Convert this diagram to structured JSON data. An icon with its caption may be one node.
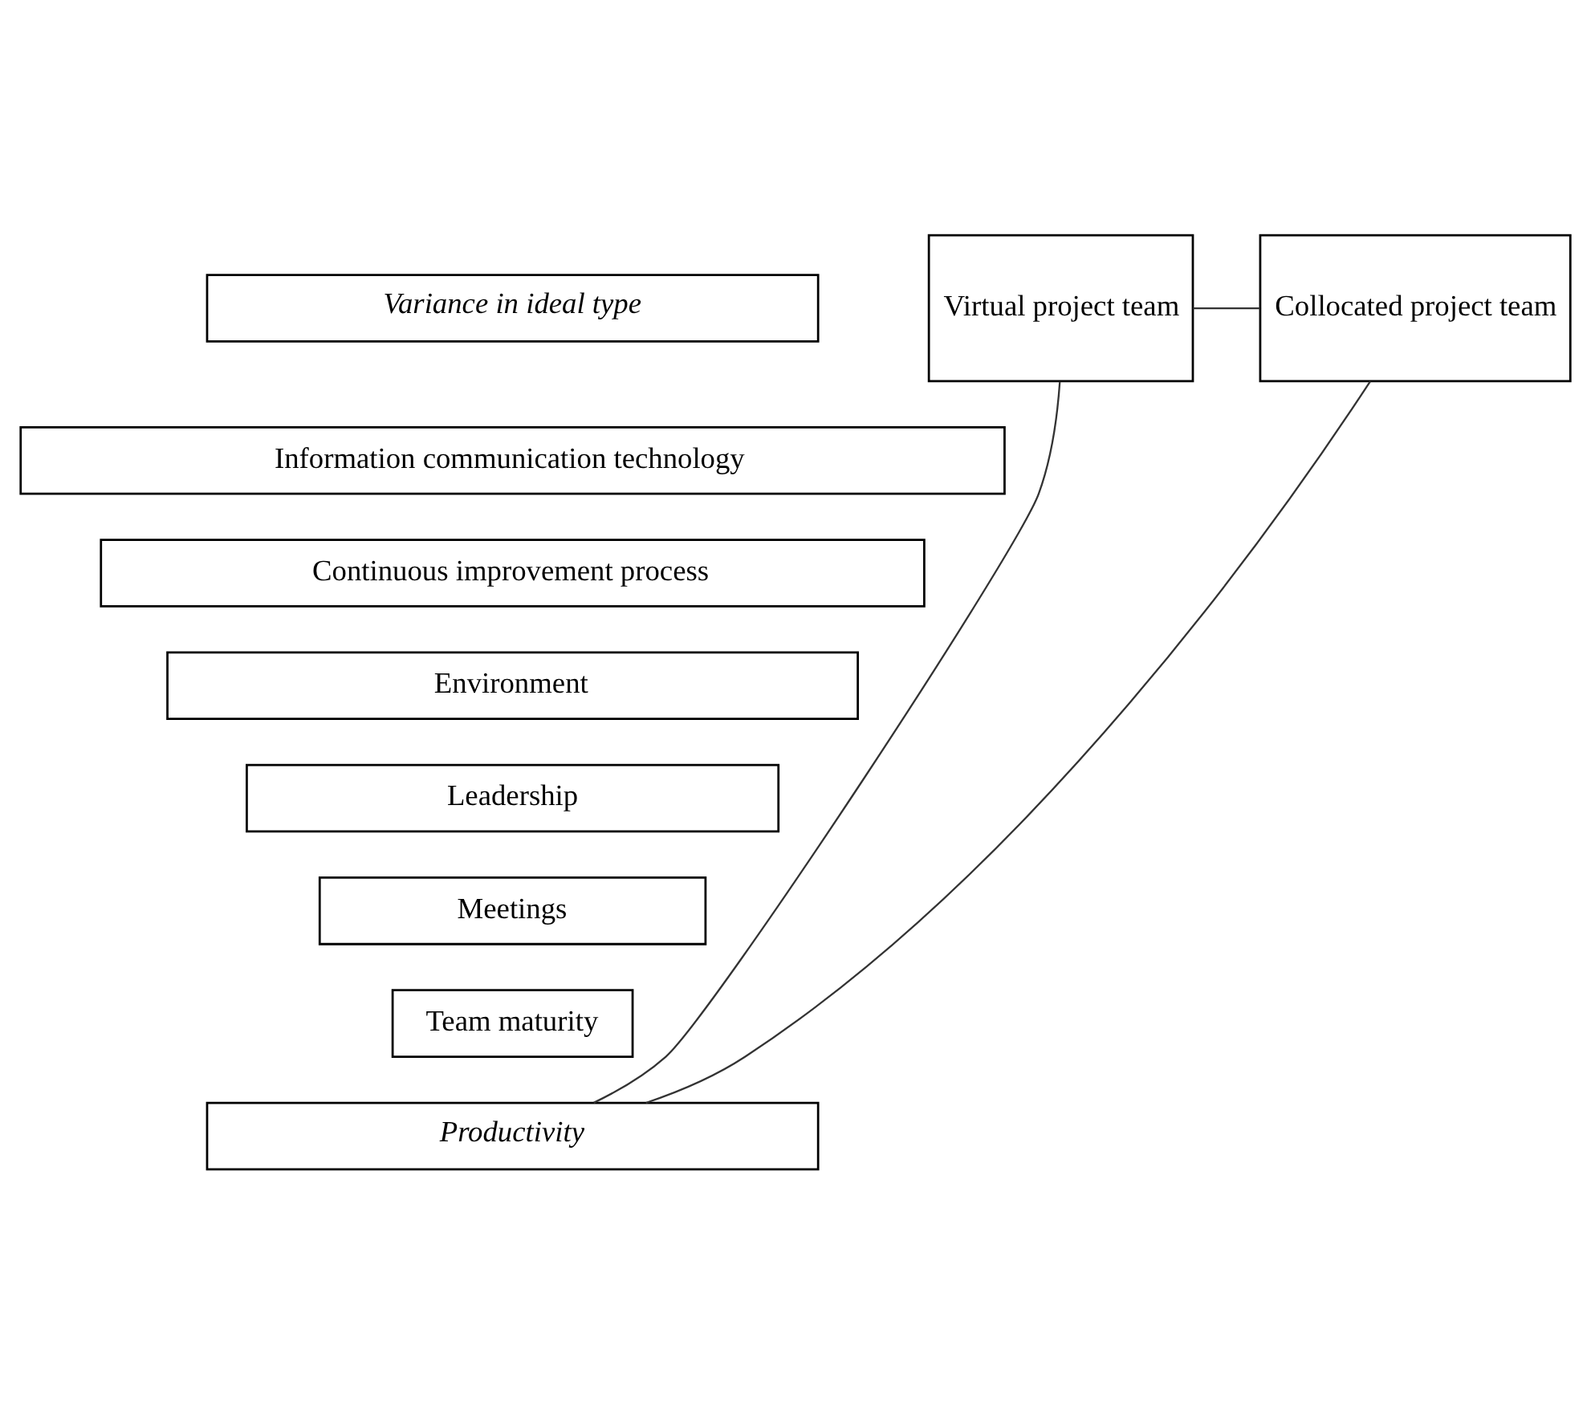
{
  "diagram": {
    "nodes": [
      {
        "text": [
          "Variance in ideal type"
        ]
      },
      {
        "text": [
          "Virtual project team"
        ]
      },
      {
        "text": [
          "Collocated project team"
        ]
      },
      {
        "text": [
          "Information communication technology"
        ]
      },
      {
        "text": [
          "Continuous improvement process"
        ]
      },
      {
        "text": [
          "Environment"
        ]
      },
      {
        "text": [
          "Leadership"
        ]
      },
      {
        "text": [
          "Meetings"
        ]
      },
      {
        "text": [
          "Team maturity"
        ]
      },
      {
        "text": [
          "Productivity"
        ]
      }
    ],
    "edges": [
      {
        "from": 1,
        "to": 2,
        "arrow": "none"
      },
      {
        "from": 1,
        "to": 9,
        "arrow": "none"
      },
      {
        "from": 2,
        "to": 9,
        "arrow": "none"
      }
    ]
  }
}
